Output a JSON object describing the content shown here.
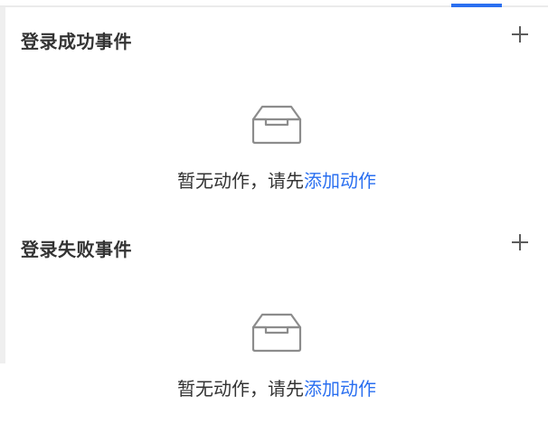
{
  "tabs": {
    "active_indicator_color": "#2a6ff0"
  },
  "sections": [
    {
      "title": "登录成功事件",
      "add_icon": "plus-icon",
      "empty_icon": "inbox-icon",
      "empty_text": "暂无动作，请先",
      "empty_link": "添加动作"
    },
    {
      "title": "登录失败事件",
      "add_icon": "plus-icon",
      "empty_icon": "inbox-icon",
      "empty_text": "暂无动作，请先",
      "empty_link": "添加动作"
    }
  ],
  "colors": {
    "accent": "#2a6ff0",
    "text": "#333333",
    "icon": "#666666",
    "empty_icon": "#8c8c8c"
  }
}
